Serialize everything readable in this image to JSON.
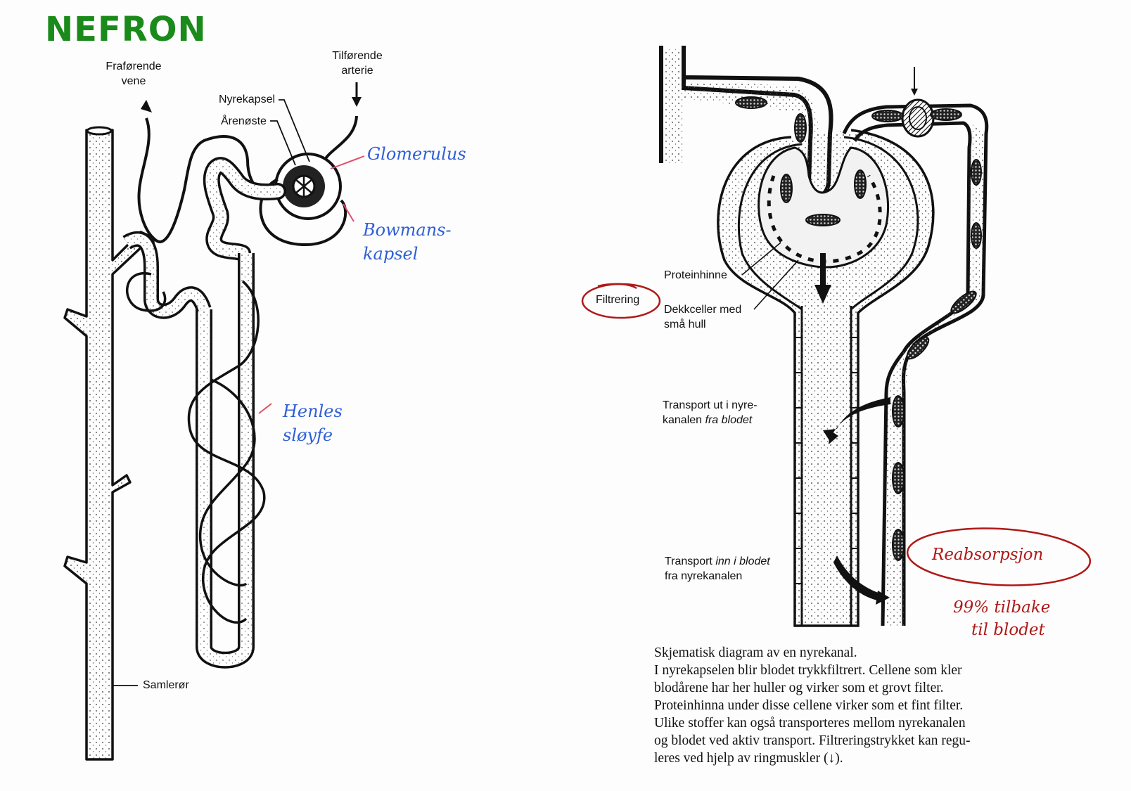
{
  "title": "NEFRON",
  "left_diagram": {
    "labels": {
      "efferent_vein": [
        "Fraførende",
        "vene"
      ],
      "afferent_artery": [
        "Tilførende",
        "arterie"
      ],
      "kidney_capsule": "Nyrekapsel",
      "vessel_tuft": "Årenøste",
      "collecting_duct": "Samlerør"
    },
    "annotations": {
      "glomerulus": "Glomerulus",
      "bowmans_capsule": [
        "Bowmans-",
        "kapsel"
      ],
      "loop_of_henle": [
        "Henles",
        "sløyfe"
      ]
    }
  },
  "right_diagram": {
    "labels": {
      "protein_membrane": "Proteinhinne",
      "cover_cells": [
        "Dekkceller med",
        "små hull"
      ],
      "transport_out": {
        "line1": "Transport ut i nyre-",
        "line2_normal": "kanalen ",
        "line2_italic": "fra blodet"
      },
      "transport_in": {
        "line1_normal": "Transport ",
        "line1_italic": "inn i blodet",
        "line2": "fra nyrekanalen"
      }
    },
    "annotations": {
      "filtration": "Filtrering",
      "reabsorption": "Reabsorpsjon",
      "reabsorption_note": [
        "99% tilbake",
        "til blodet"
      ]
    }
  },
  "caption": [
    "Skjematisk diagram av en nyrekanal.",
    "I nyrekapselen blir blodet trykkfiltrert. Cellene som kler",
    "blodårene har her huller og virker som et grovt filter.",
    "Proteinhinna under disse cellene virker som et fint filter.",
    "Ulike stoffer kan også transporteres mellom nyrekanalen",
    "og blodet ved aktiv transport. Filtreringstrykket kan regu-",
    "leres ved hjelp av ringmuskler (↓)."
  ],
  "colors": {
    "title_green": "#1a8a1a",
    "annotation_blue": "#2f5fd6",
    "annotation_red": "#b01818",
    "pointer_pink": "#e0506a"
  }
}
